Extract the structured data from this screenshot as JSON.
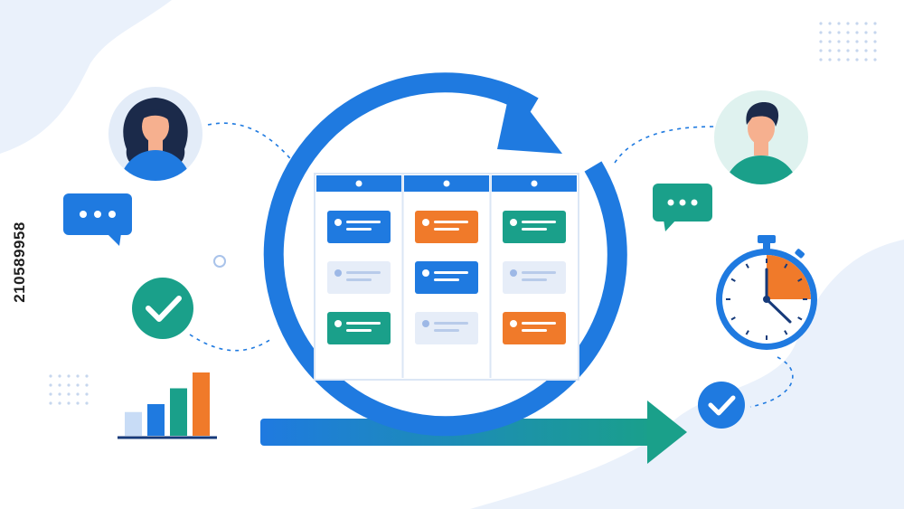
{
  "image_id_text": "210589958",
  "colors": {
    "primary_blue": "#1f7ae0",
    "teal": "#1aa08a",
    "orange": "#f07a2a",
    "pale_blue": "#eaf1fb",
    "navy": "#163a7a",
    "skin": "#f6b08f"
  },
  "icons": [
    "woman-avatar-icon",
    "man-avatar-icon",
    "blue-chat-bubble-icon",
    "teal-chat-bubble-icon",
    "teal-checkmark-icon",
    "blue-checkmark-icon",
    "stopwatch-icon",
    "bar-chart-icon",
    "cycle-arrow-icon",
    "forward-arrow-icon",
    "kanban-board-icon"
  ],
  "bar_chart": {
    "values": [
      3,
      4,
      6,
      8
    ],
    "colors": [
      "#c8dcf6",
      "#1f7ae0",
      "#1aa08a",
      "#f07a2a"
    ]
  },
  "stopwatch": {
    "elapsed_fraction": 0.25
  }
}
